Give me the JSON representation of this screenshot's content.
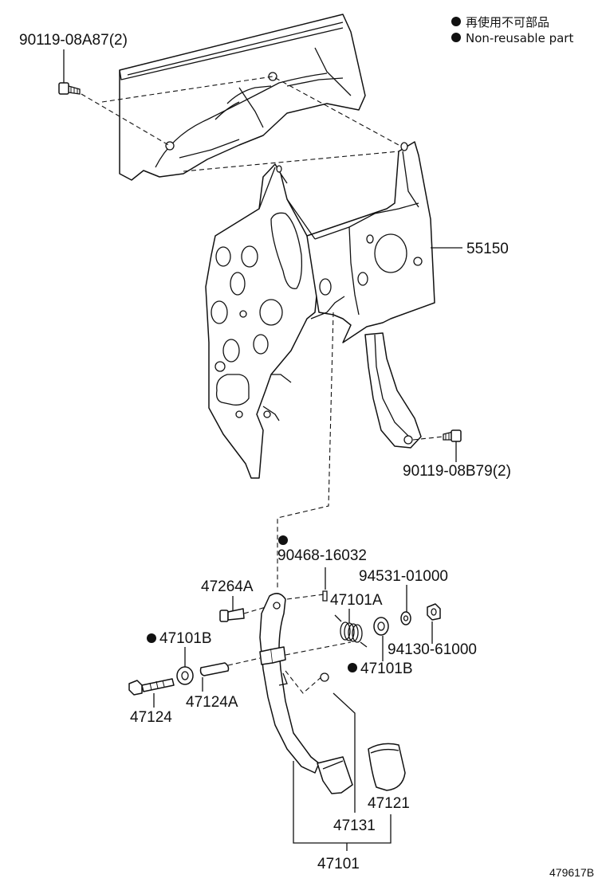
{
  "legend": {
    "line_jp": "再使用不可部品",
    "line_en": "Non-reusable part"
  },
  "labels": {
    "bolt_top": "90119-08A87(2)",
    "bracket": "55150",
    "bolt_right": "90119-08B79(2)",
    "pin": "90468-16032",
    "bushing_a": "47101A",
    "washer": "94531-01000",
    "nut": "94130-61000",
    "bushing_b_left": "47101B",
    "bushing_b_right": "47101B",
    "stopper_bolt": "47264A",
    "collar": "47124A",
    "bolt_bottom": "47124",
    "pedal_pad": "47121",
    "pedal_arm": "47131",
    "pedal_assy": "47101",
    "ref_number": "479617B"
  },
  "non_reusable_parts": [
    "90468-16032",
    "47101B"
  ]
}
